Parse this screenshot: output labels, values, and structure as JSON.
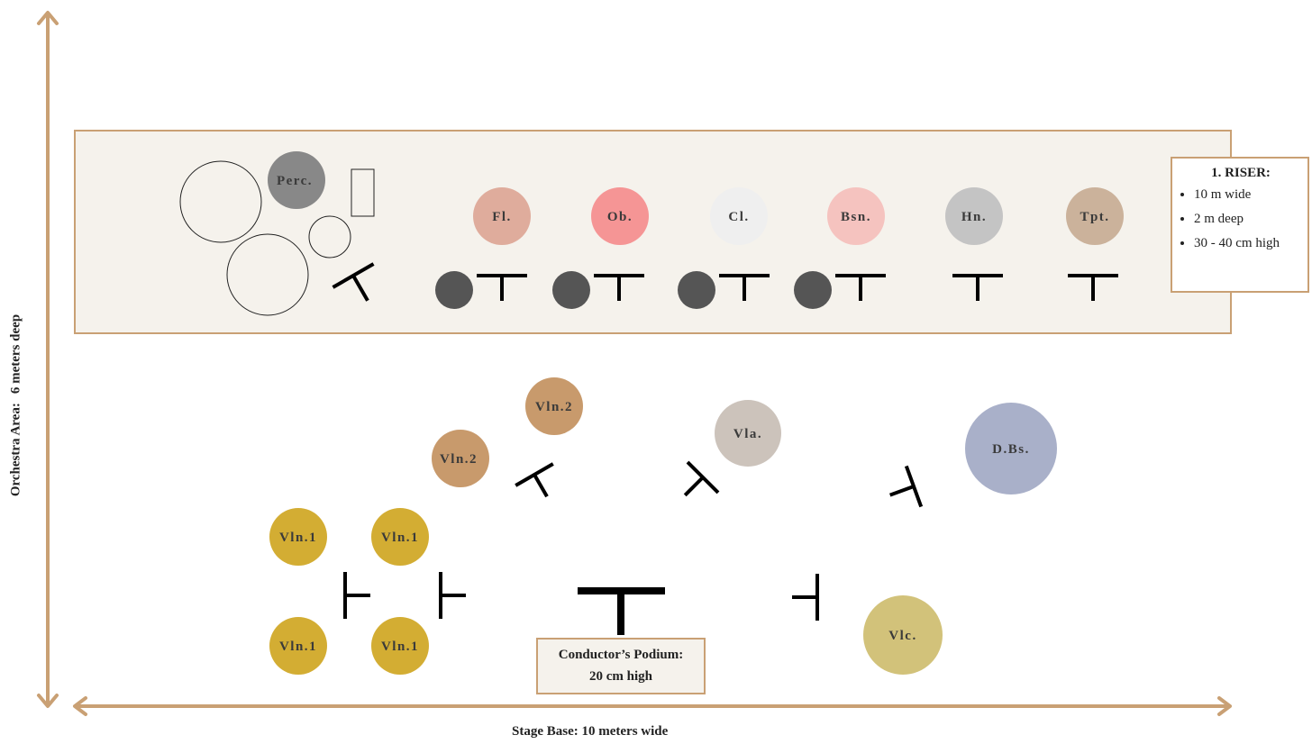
{
  "colors": {
    "axis": "#c9a074",
    "riser_fill": "#f5f2ec",
    "riser_border": "#c9a074",
    "stand": "#000000",
    "chair": "#555555",
    "perc": "#888888",
    "flute": "#dfac9c",
    "oboe": "#f59595",
    "clarinet": "#efefef",
    "bassoon": "#f5c3bf",
    "horn": "#c4c4c4",
    "trumpet": "#cbb29b",
    "violin1": "#d3ad33",
    "violin2": "#c89a6c",
    "viola": "#ccc3bb",
    "cello": "#d2c27a",
    "bass": "#a9b0c9"
  },
  "axes": {
    "x_label": "Stage Base: 10 meters wide",
    "y_label_part1": "Orchestra Area:",
    "y_label_part2": "6 meters deep"
  },
  "riser": {
    "title": "1. RISER:",
    "specs": [
      "10 m wide",
      "2 m deep",
      "30 - 40 cm high"
    ]
  },
  "podium": {
    "line1": "Conductor’s Podium:",
    "line2": "20 cm high"
  },
  "instruments": [
    {
      "label": "Perc.",
      "color": "perc"
    },
    {
      "label": "Fl.",
      "color": "flute"
    },
    {
      "label": "Ob.",
      "color": "oboe"
    },
    {
      "label": "Cl.",
      "color": "clarinet"
    },
    {
      "label": "Bsn.",
      "color": "bassoon"
    },
    {
      "label": "Hn.",
      "color": "horn"
    },
    {
      "label": "Tpt.",
      "color": "trumpet"
    },
    {
      "label": "Vln.2",
      "color": "violin2"
    },
    {
      "label": "Vln.2",
      "color": "violin2"
    },
    {
      "label": "Vla.",
      "color": "viola"
    },
    {
      "label": "D.Bs.",
      "color": "bass"
    },
    {
      "label": "Vln.1",
      "color": "violin1"
    },
    {
      "label": "Vln.1",
      "color": "violin1"
    },
    {
      "label": "Vln.1",
      "color": "violin1"
    },
    {
      "label": "Vln.1",
      "color": "violin1"
    },
    {
      "label": "Vlc.",
      "color": "cello"
    }
  ]
}
